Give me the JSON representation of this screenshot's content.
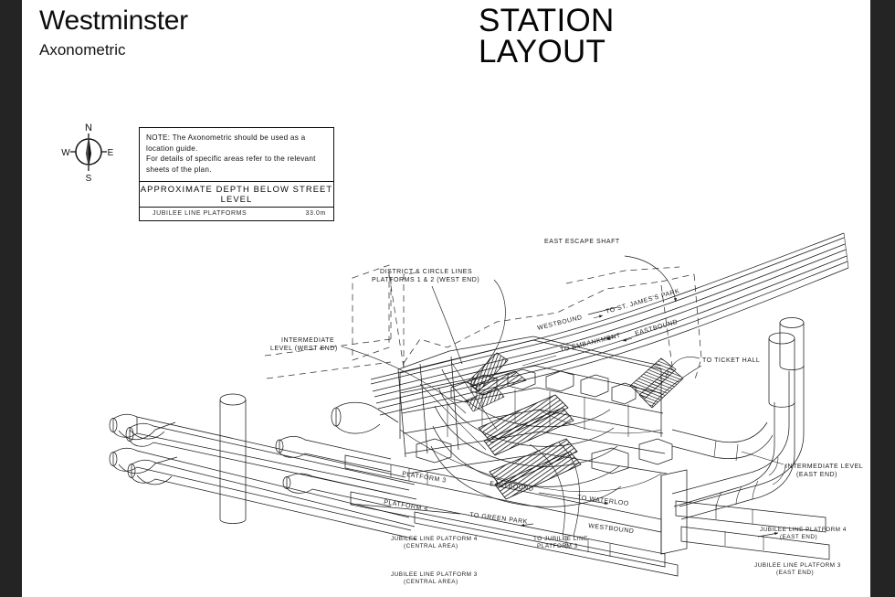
{
  "document": {
    "title": "Westminster",
    "subtitle": "Axonometric",
    "header_right_line1": "STATION",
    "header_right_line2": "LAYOUT"
  },
  "compass": {
    "north": "N",
    "south": "S",
    "east": "E",
    "west": "W"
  },
  "note_box": {
    "lines": [
      "NOTE: The Axonometric should be used as a",
      "location guide.",
      "For details of specific areas refer to the relevant",
      "sheets of the plan."
    ],
    "table_header": "APPROXIMATE  DEPTH  BELOW   STREET  LEVEL",
    "rows": [
      {
        "label": "JUBILEE LINE PLATFORMS",
        "value": "33.0m"
      }
    ]
  },
  "drawing": {
    "labels": {
      "east_escape_shaft": "EAST ESCAPE SHAFT",
      "district_circle_line1": "DISTRICT & CIRCLE LINES",
      "district_circle_line2": "PLATFORMS 1 & 2 (WEST END)",
      "intermediate_west_line1": "INTERMEDIATE",
      "intermediate_west_line2": "LEVEL (WEST END)",
      "to_st_james_park": "TO ST. JAMES'S PARK",
      "westbound_top": "WESTBOUND",
      "eastbound_top": "EASTBOUND",
      "to_embankment": "TO EMBANKMENT",
      "to_ticket_hall": "TO TICKET HALL",
      "intermediate_east_line1": "INTERMEDIATE LEVEL",
      "intermediate_east_line2": "(EAST END)",
      "platform_3": "PLATFORM 3",
      "platform_4": "PLATFORM 4",
      "eastbound_lower": "EASTBOUND",
      "to_waterloo": "TO WATERLOO",
      "to_green_park": "TO GREEN PARK",
      "westbound_lower": "WESTBOUND",
      "jubilee_p4_central_line1": "JUBILEE LINE PLATFORM 4",
      "jubilee_p4_central_line2": "(CENTRAL AREA)",
      "jubilee_p3_central_line1": "JUBILEE LINE PLATFORM 3",
      "jubilee_p3_central_line2": "(CENTRAL AREA)",
      "to_jubilee_line_line1": "TO JUBILEE LINE",
      "to_jubilee_line_line2": "PLATFORM 3",
      "jubilee_p4_east_line1": "JUBILEE LINE PLATFORM 4",
      "jubilee_p4_east_line2": "(EAST END)",
      "jubilee_p3_east_line1": "JUBILEE LINE PLATFORM 3",
      "jubilee_p3_east_line2": "(EAST END)"
    }
  },
  "colors": {
    "paper": "#ffffff",
    "ink": "#1a1a1a",
    "letterbox": "#242424"
  }
}
